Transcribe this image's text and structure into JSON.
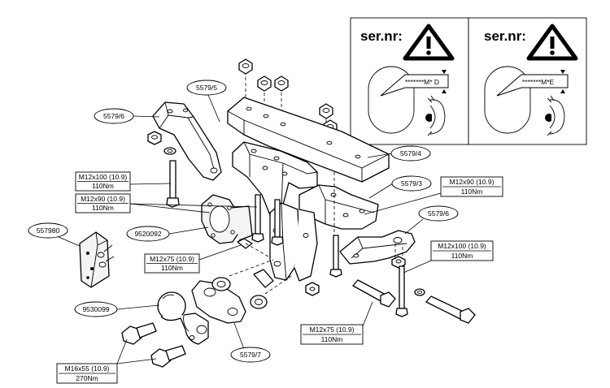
{
  "serial_panels": [
    {
      "heading": "ser.nr:",
      "plate_text": "*******M* D"
    },
    {
      "heading": "ser.nr:",
      "plate_text": "*******M*E"
    }
  ],
  "labels": {
    "p5579_5": "5579/5",
    "p5579_6_left": "5579/6",
    "p5579_4": "5579/4",
    "p5579_3": "5579/3",
    "p5579_6_right": "5579/6",
    "p5579_7": "5579/7",
    "p557980": "557980",
    "p9520092": "9520092",
    "p9530099": "9530099"
  },
  "bolt_specs": [
    {
      "size": "M12x100 (10.9)",
      "torque": "110Nm"
    },
    {
      "size": "M12x90 (10.9)",
      "torque": "110Nm"
    },
    {
      "size": "M12x75 (10.9)",
      "torque": "110Nm"
    },
    {
      "size": "M12x90 (10.9)",
      "torque": "110Nm"
    },
    {
      "size": "M12x100 (10.9)",
      "torque": "110Nm"
    },
    {
      "size": "M12x75 (10.9)",
      "torque": "110Nm"
    },
    {
      "size": "M16x55 (10.9)",
      "torque": "270Nm"
    }
  ],
  "colors": {
    "line": "#000000",
    "background": "#ffffff",
    "part_fill": "#f4f4f4"
  }
}
